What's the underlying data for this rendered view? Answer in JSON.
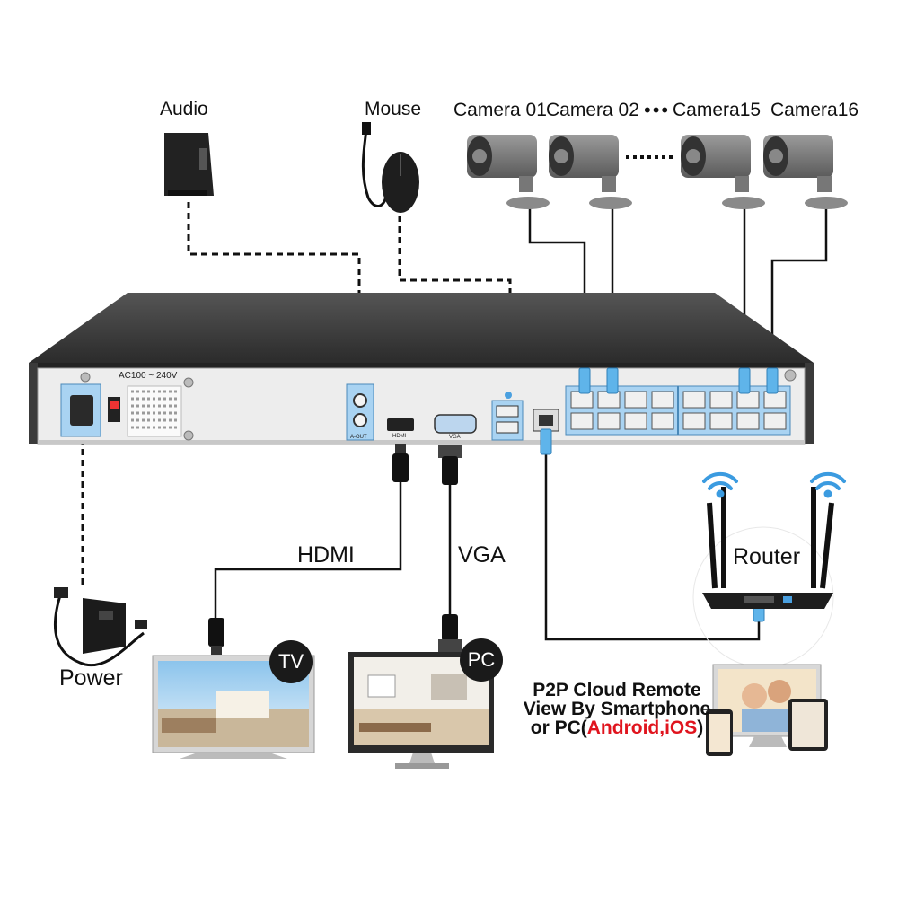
{
  "devices": {
    "audio": "Audio",
    "mouse": "Mouse",
    "router": "Router",
    "power": "Power"
  },
  "cameras": [
    "Camera 01",
    "Camera 02",
    "Camera15",
    "Camera16"
  ],
  "camera_ellipsis": "•••",
  "cables": {
    "hdmi": "HDMI",
    "vga": "VGA"
  },
  "displays": {
    "tv_badge": "TV",
    "pc_badge": "PC"
  },
  "p2p": {
    "line1": "P2P Cloud Remote",
    "line2": "View By Smartphone",
    "line3_prefix": "or PC(",
    "line3_highlight": "Android,iOS",
    "line3_suffix": ")"
  },
  "nvr_panel": {
    "power_rating": "AC100 ~ 240V",
    "audio_out": "A-OUT",
    "hdmi_port": "HDMI",
    "vga_port": "VGA"
  },
  "colors": {
    "highlight_red": "#e0141e",
    "port_blue": "#a9d3f2",
    "cable_blue": "#5fb4ea",
    "nvr_dark": "#3a3a3a",
    "panel_silver": "#ededed"
  }
}
